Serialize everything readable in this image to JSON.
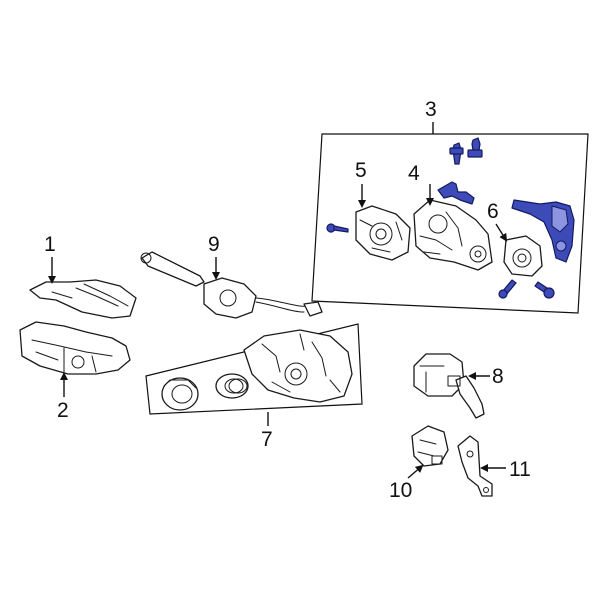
{
  "callouts": {
    "c1": "1",
    "c2": "2",
    "c3": "3",
    "c4": "4",
    "c5": "5",
    "c6": "6",
    "c7": "7",
    "c8": "8",
    "c9": "9",
    "c10": "10",
    "c11": "11"
  },
  "colors": {
    "highlight": "#3d4bb8",
    "line": "#1a1a1a",
    "background": "#ffffff"
  }
}
